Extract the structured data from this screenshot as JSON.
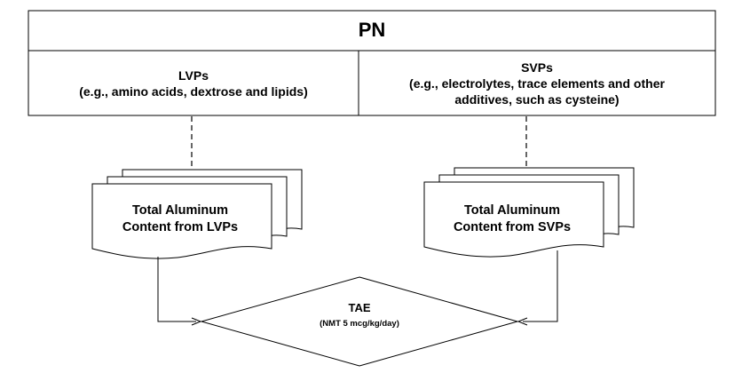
{
  "header": {
    "title": "PN"
  },
  "lvp": {
    "name": "LVPs",
    "examples": "(e.g., amino acids, dextrose and lipids)"
  },
  "svp": {
    "name": "SVPs",
    "examples_line1": "(e.g., electrolytes, trace elements and other",
    "examples_line2": "additives, such as cysteine)"
  },
  "lvp_doc": {
    "line1": "Total Aluminum",
    "line2": "Content from LVPs"
  },
  "svp_doc": {
    "line1": "Total Aluminum",
    "line2": "Content from SVPs"
  },
  "tae": {
    "title": "TAE",
    "limit": "(NMT 5 mcg/kg/day)"
  }
}
